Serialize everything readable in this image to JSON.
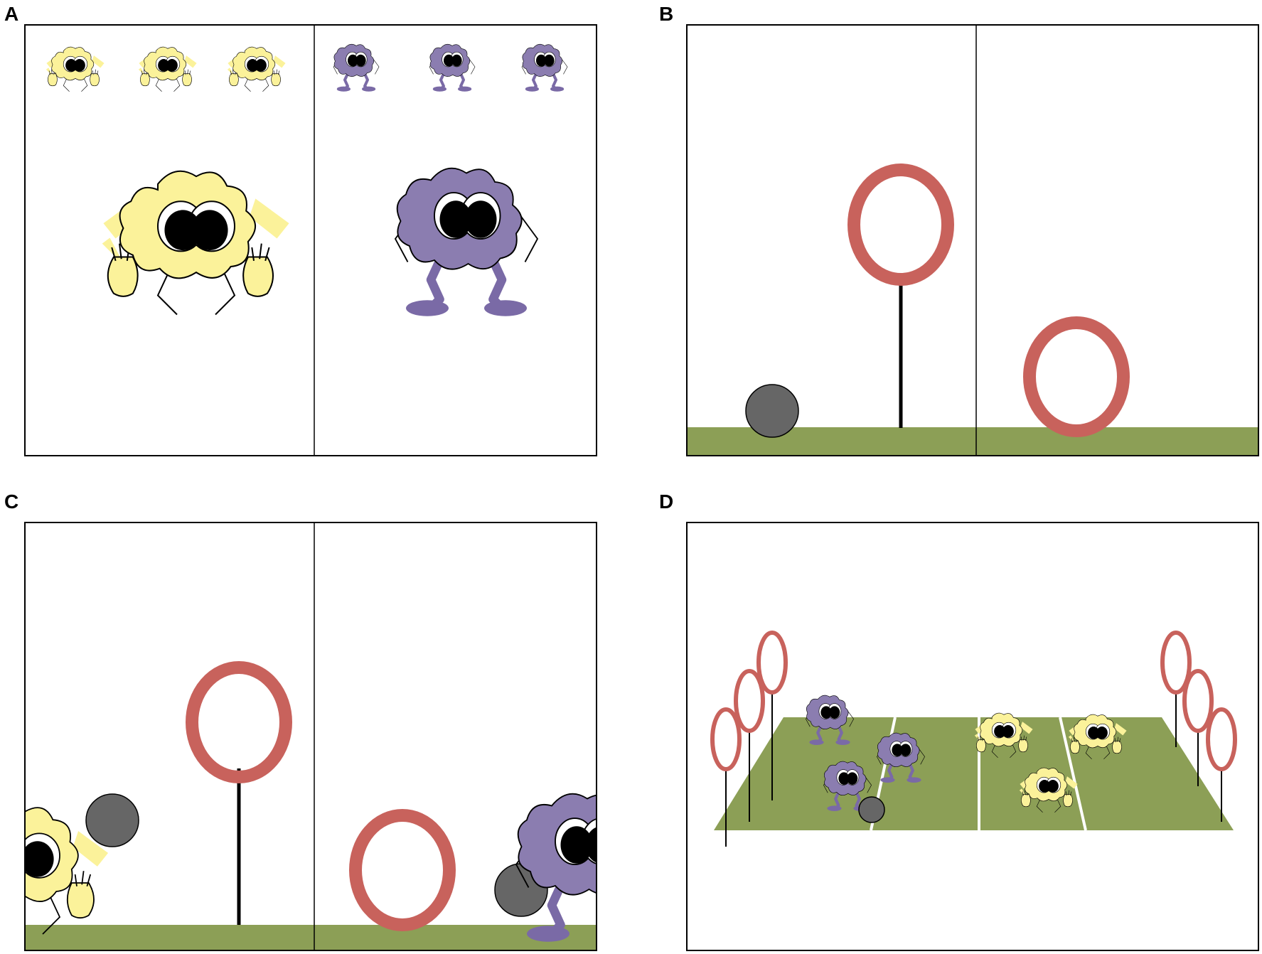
{
  "panels": {
    "a": {
      "label": "A"
    },
    "b": {
      "label": "B"
    },
    "c": {
      "label": "C"
    },
    "d": {
      "label": "D"
    }
  },
  "colors": {
    "yellow_creature": "#fbf29a",
    "purple_creature": "#8b7db0",
    "purple_dark": "#6e5e9a",
    "hoop_red": "#c8625c",
    "grass_green": "#8c9f56",
    "ball_gray": "#666666",
    "outline": "#000000"
  }
}
